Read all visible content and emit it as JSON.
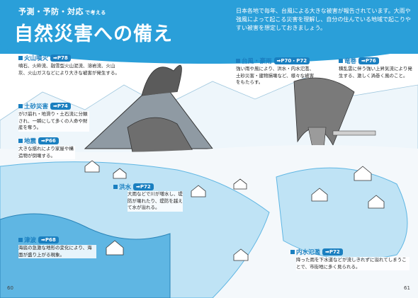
{
  "header": {
    "subtitle_main": "予測・予防・対応",
    "subtitle_small": "で考える",
    "title": "自然災害への備え",
    "intro": "日本各地で毎年、台風による大きな被害が報告されています。大雨や強風によって起こる災害を理解し、自分の住んでいる地域で起こりやすい被害を想定しておきましょう。"
  },
  "hazards": [
    {
      "name": "火山噴火",
      "ref": "➡P78",
      "desc": "噴石、火砕流、融雪型火山泥流、溶岩流、火山灰、火山ガスなどにより大きな被害が発生する。"
    },
    {
      "name": "土砂災害",
      "ref": "➡P74",
      "desc": "がけ崩れ・地滑り・土石流に分類され、一瞬にして多くの人命や財産を奪う。"
    },
    {
      "name": "地震",
      "ref": "➡P66",
      "desc": "大きな揺れにより家屋や構造物が倒壊する。"
    },
    {
      "name": "洪水",
      "ref": "➡P72",
      "desc": "大雨などで川が増水し、堤防が壊れたり、堤防を越えて水が溢れる。"
    },
    {
      "name": "津波",
      "ref": "➡P68",
      "desc": "海底の急激な地形の変化により、海面が盛り上がる現象。"
    },
    {
      "name": "台風・豪雨",
      "ref": "➡P70・P72",
      "desc": "強い雨や風により、洪水・内水氾濫、土砂災害・建物損壊など、様々な被害をもたらす。"
    },
    {
      "name": "竜巻",
      "ref": "➡P76",
      "desc": "積乱雲に伴う強い上昇気流により発生する、激しく渦巻く風のこと。"
    },
    {
      "name": "内水氾濫",
      "ref": "➡P72",
      "desc": "降った雨を下水道などが流しきれずに溢れてしまうことで、市街地に多く見られる。"
    }
  ],
  "footer": {
    "page_left": "60",
    "page_right": "61"
  },
  "colors": {
    "header": "#2a9fd9",
    "accent": "#1a7fc0",
    "water": "#bfe3f5",
    "water_dark": "#5fb6e3"
  }
}
